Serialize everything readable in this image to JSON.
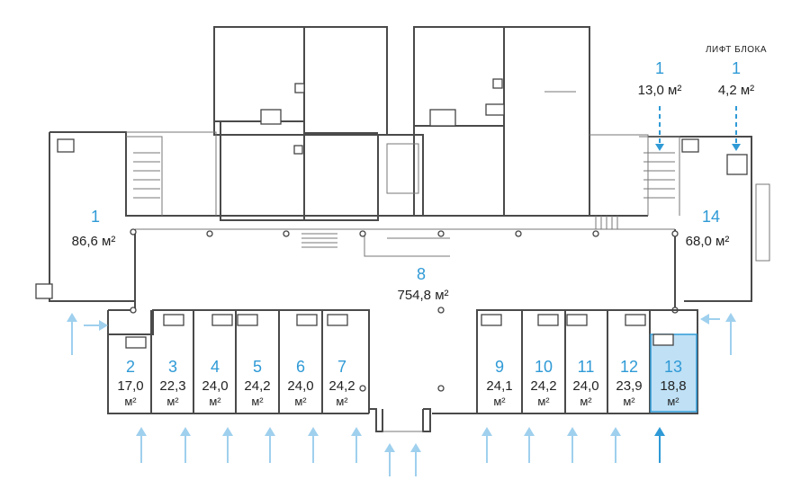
{
  "labels": {
    "lift_block": "ЛИФТ БЛОКА"
  },
  "unit": "м²",
  "rooms": [
    {
      "num": "1",
      "area": "86,6 м²"
    },
    {
      "num": "8",
      "area": "754,8 м²"
    },
    {
      "num": "14",
      "area": "68,0 м²"
    },
    {
      "num": "1",
      "area": "13,0 м²"
    },
    {
      "num": "1",
      "area": "4,2 м²"
    }
  ],
  "shops": [
    {
      "num": "2",
      "area": "17,0"
    },
    {
      "num": "3",
      "area": "22,3"
    },
    {
      "num": "4",
      "area": "24,0"
    },
    {
      "num": "5",
      "area": "24,2"
    },
    {
      "num": "6",
      "area": "24,0"
    },
    {
      "num": "7",
      "area": "24,2"
    },
    {
      "num": "9",
      "area": "24,1"
    },
    {
      "num": "10",
      "area": "24,2"
    },
    {
      "num": "11",
      "area": "24,0"
    },
    {
      "num": "12",
      "area": "23,9"
    },
    {
      "num": "13",
      "area": "18,8"
    }
  ],
  "highlight_color": "#bfe0f5",
  "accent_color": "#2f9ad6"
}
